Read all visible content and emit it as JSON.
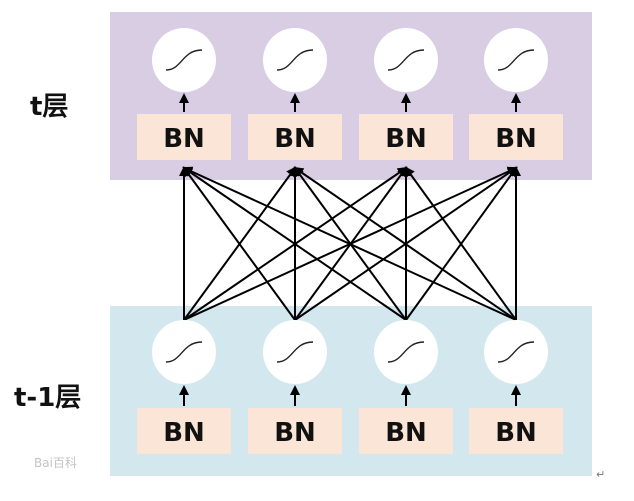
{
  "layers": {
    "t": {
      "label": "t层"
    },
    "t_minus_1": {
      "label": "t-1层"
    }
  },
  "bn_label": "BN",
  "watermark": "Bai百科",
  "return_mark": "↵",
  "colors": {
    "top_panel": "#d9cde4",
    "bottom_panel": "#d2e8ee",
    "bn_box": "#fbe5d6",
    "neuron": "#ffffff",
    "arrow": "#000000"
  },
  "neurons_per_layer": 4
}
